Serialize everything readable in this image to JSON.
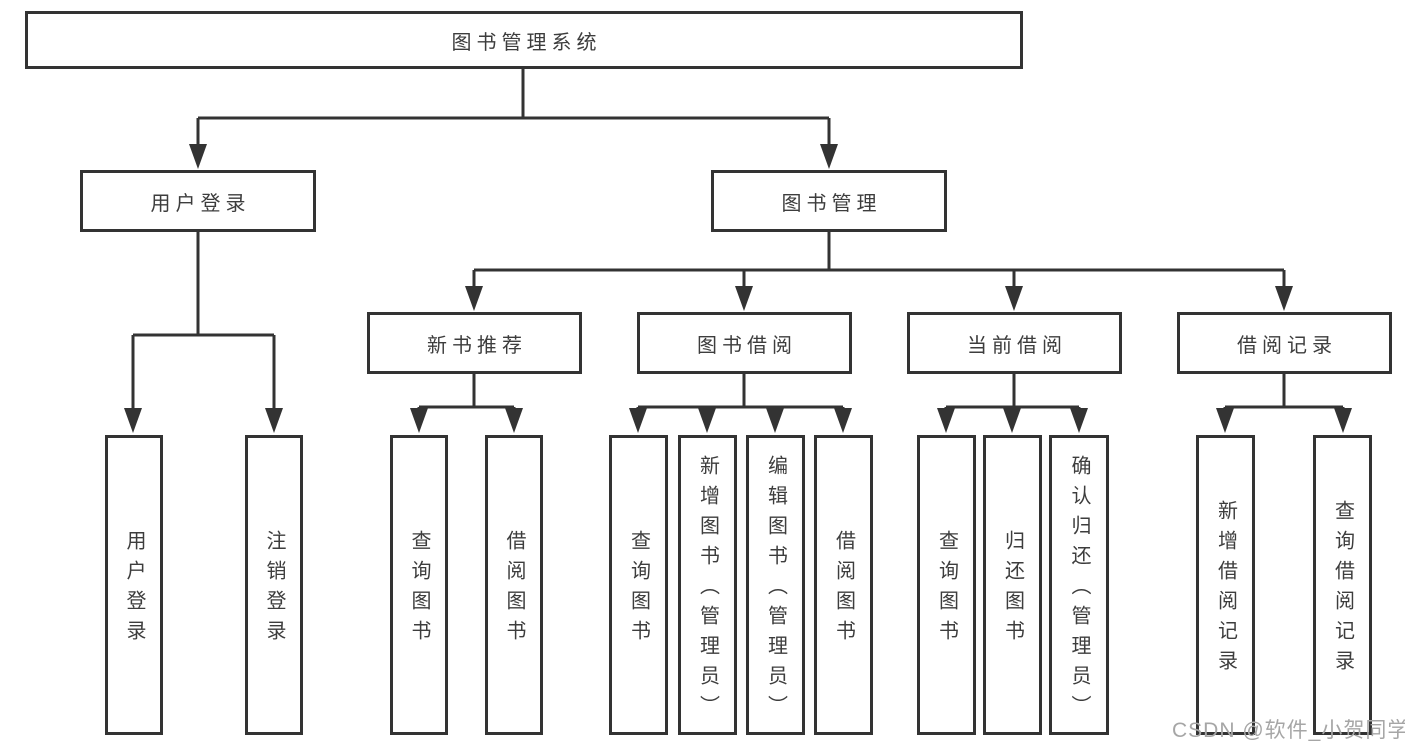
{
  "tree": {
    "label": "图书管理系统",
    "children": [
      {
        "label": "用户登录",
        "children": [
          {
            "label": "用户登录"
          },
          {
            "label": "注销登录"
          }
        ]
      },
      {
        "label": "图书管理",
        "children": [
          {
            "label": "新书推荐",
            "children": [
              {
                "label": "查询图书"
              },
              {
                "label": "借阅图书"
              }
            ]
          },
          {
            "label": "图书借阅",
            "children": [
              {
                "label": "查询图书"
              },
              {
                "label": "新增图书（管理员）"
              },
              {
                "label": "编辑图书（管理员）"
              },
              {
                "label": "借阅图书"
              }
            ]
          },
          {
            "label": "当前借阅",
            "children": [
              {
                "label": "查询图书"
              },
              {
                "label": "归还图书"
              },
              {
                "label": "确认归还（管理员）"
              }
            ]
          },
          {
            "label": "借阅记录",
            "children": [
              {
                "label": "新增借阅记录"
              },
              {
                "label": "查询借阅记录"
              }
            ]
          }
        ]
      }
    ]
  },
  "watermark": "CSDN @软件_小贺同学",
  "colors": {
    "line": "#333333",
    "box_border": "#333333",
    "text": "#3d3d3d",
    "watermark": "#a6a6a6",
    "background": "#ffffff"
  }
}
